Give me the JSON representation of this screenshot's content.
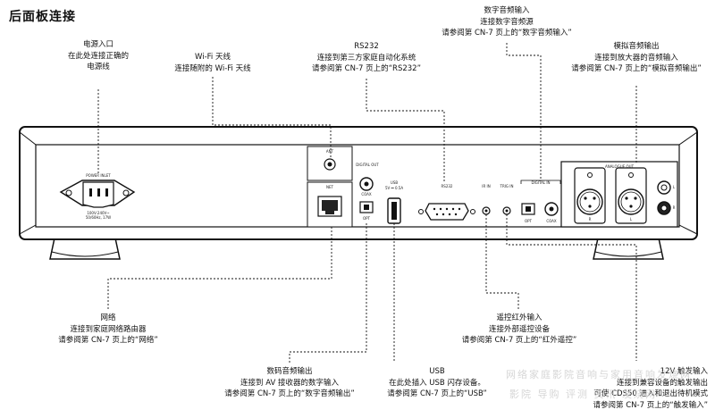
{
  "page_title": "后面板连接",
  "callouts": {
    "power": {
      "title": "电源入口",
      "lines": [
        "在此处连接正确的",
        "电源线"
      ]
    },
    "wifi": {
      "title": "Wi-Fi 天线",
      "lines": [
        "连接随附的 Wi-Fi 天线"
      ]
    },
    "rs232": {
      "title": "RS232",
      "lines": [
        "连接到第三方家庭自动化系统",
        "请参阅第 CN-7 页上的“RS232”"
      ]
    },
    "digital_in": {
      "title": "数字音频输入",
      "lines": [
        "连接数字音频源",
        "请参阅第 CN-7 页上的“数字音频输入”"
      ]
    },
    "analogue_out": {
      "title": "模拟音频输出",
      "lines": [
        "连接到放大器的音频输入",
        "请参阅第 CN-7 页上的“模拟音频输出”"
      ]
    },
    "network": {
      "title": "网络",
      "lines": [
        "连接到家庭网络路由器",
        "请参阅第 CN-7 页上的“网络”"
      ]
    },
    "digital_out": {
      "title": "数码音频输出",
      "lines": [
        "连接到 AV 接收器的数字输入",
        "请参阅第 CN-7 页上的“数字音频输出”"
      ]
    },
    "usb": {
      "title": "USB",
      "lines": [
        "在此处插入 USB 闪存设备。",
        "请参阅第 CN-7 页上的“USB”"
      ]
    },
    "ir_in": {
      "title": "遥控红外输入",
      "lines": [
        "连接外部遥控设备",
        "请参阅第 CN-7 页上的“红外遥控”"
      ]
    },
    "trigger": {
      "title": "12V 触发输入",
      "lines": [
        "连接到兼容设备的触发输出",
        "可使 CDS50 进入和退出待机模式",
        "请参阅第 CN-7 页上的“触发输入”"
      ]
    }
  },
  "panel_labels": {
    "power_inlet": "POWER INLET",
    "power_spec_1": "100V-240V~",
    "power_spec_2": "50/60Hz, 17W",
    "ant": "ANT",
    "net": "NET",
    "digital_out": "DIGITAL OUT",
    "coax": "COAX",
    "opt": "OPT",
    "usb": "USB",
    "usb_spec": "5V ⎓ 0.5A",
    "rs232": "RS232",
    "ir_in": "IR IN",
    "trig_in": "TRIG IN",
    "digital_in": "DIGITAL IN",
    "analogue_out": "ANALOGUE OUT",
    "r": "R",
    "l": "L"
  },
  "watermark": {
    "line1": "网络家庭影院音响与家用音响发烧网",
    "line2": "影院 导购 评测 资讯 发烧网"
  }
}
